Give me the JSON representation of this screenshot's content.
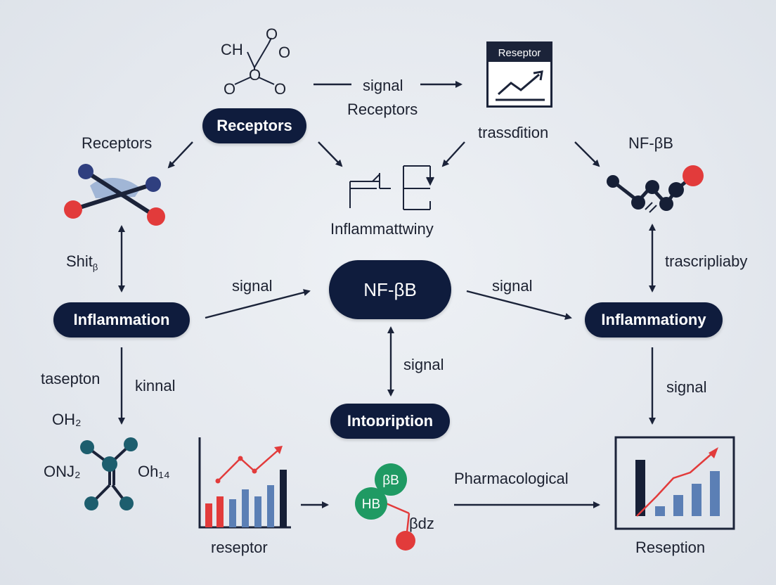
{
  "colors": {
    "navy": "#0f1c3d",
    "line": "#1b2339",
    "red": "#e23b3b",
    "blue_bar": "#5b7fb5",
    "teal": "#1d5e6e",
    "green": "#1f9a63",
    "background": "#e6e9ee"
  },
  "formula_top": {
    "ch": "CH",
    "o_top": "O",
    "o_right": "O",
    "o_left": "O",
    "o_mid": "O",
    "o_bottom": "O"
  },
  "formula_bottom_left": {
    "oh2": "OH₂",
    "onj2": "ONJ₂",
    "oh14": "Oh₁₄"
  },
  "monitor_box": {
    "header": "Reseptor"
  },
  "nodes": {
    "receptors_pill": "Receptors",
    "nfkb_pill": "NF-βB",
    "inflammation_pill": "Inflammation",
    "inflammationy_pill": "Inflammationy",
    "intoription_pill": "Intoɒription"
  },
  "labels": {
    "signal_receptors_1": "signal",
    "signal_receptors_2": "Receptors",
    "trassdition": "trassɗition",
    "receptors_left": "Receptors",
    "nfkb_right": "NF-βB",
    "inflammattwiny": "Inflammattwiny",
    "shit": "Shit",
    "shit_sub": "β",
    "trascripliaby": "trascripliaby",
    "signal_left": "signal",
    "signal_right": "signal",
    "taseptin": "tasepton",
    "kinnal": "kinnal",
    "signal_center": "signal",
    "signal_far_right": "signal",
    "pharmacological": "Pharmacological",
    "reseptor_bottom": "reseptor",
    "reseption_bottom": "Reseption"
  },
  "bubbles": {
    "beta_b": "βB",
    "hb": "HB",
    "beta_dz": "βdz"
  }
}
